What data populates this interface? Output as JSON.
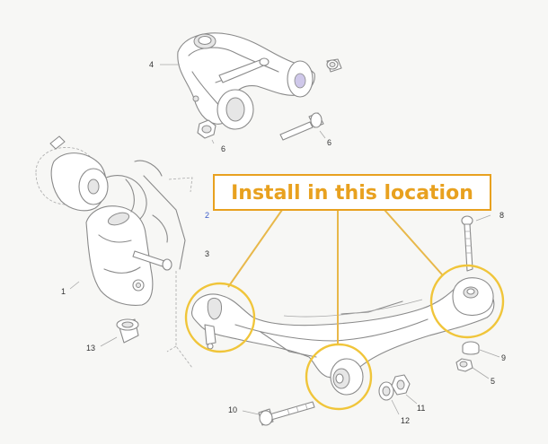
{
  "callout": {
    "text": "Install in this location",
    "color": "#e8a11f"
  },
  "part_labels": {
    "p1": "1",
    "p3": "3",
    "p4": "4",
    "p5": "5",
    "p6a": "6",
    "p6b": "6",
    "p8": "8",
    "p9": "9",
    "p10": "10",
    "p11": "11",
    "p12": "12",
    "p13": "13",
    "p2": "2"
  }
}
